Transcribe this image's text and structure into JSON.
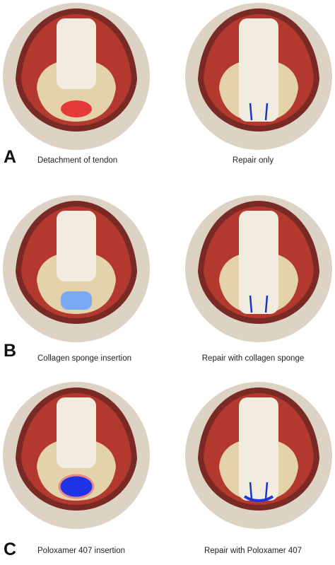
{
  "colors": {
    "skin": "#ddd3c4",
    "muscle": "#b3392f",
    "bone": "#e4d3aa",
    "tendon": "#f2ece0",
    "detachment_red": "#e63a3a",
    "collagen_blue": "#7aa8f2",
    "poloxamer_blue": "#1f33e6",
    "poloxamer_rim": "#e88a8a",
    "suture": "#1a35c9"
  },
  "rows": [
    {
      "letter": "A",
      "left": {
        "caption": "Detachment of tendon",
        "lesion": "red-spot"
      },
      "right": {
        "caption": "Repair only",
        "implant": "none"
      }
    },
    {
      "letter": "B",
      "left": {
        "caption": "Collagen sponge insertion",
        "lesion": "collagen-sponge"
      },
      "right": {
        "caption": "Repair with collagen sponge",
        "implant": "collagen-sponge"
      }
    },
    {
      "letter": "C",
      "left": {
        "caption": "Poloxamer 407 insertion",
        "lesion": "poloxamer-gel"
      },
      "right": {
        "caption": "Repair with Poloxamer 407",
        "implant": "poloxamer-gel"
      }
    }
  ]
}
